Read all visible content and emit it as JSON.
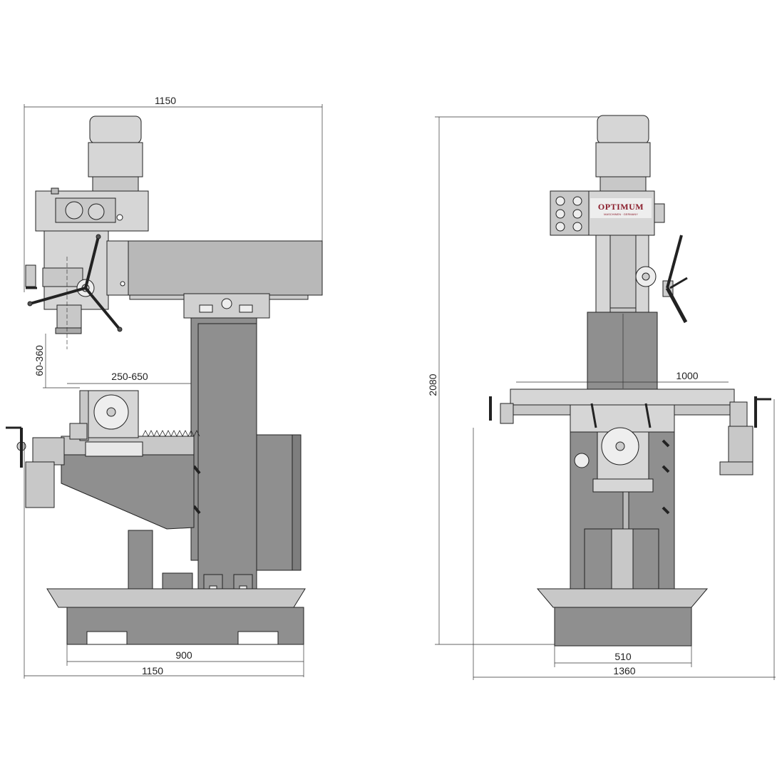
{
  "side_view": {
    "dim_top_width": "1150",
    "dim_vertical_travel": "60-360",
    "dim_horizontal_travel": "250-650",
    "dim_base_inner": "900",
    "dim_base_outer": "1150"
  },
  "front_view": {
    "dim_height": "2080",
    "dim_table_length": "1000",
    "dim_base_width": "510",
    "dim_overall_width": "1360",
    "logo_brand": "OPTIMUM",
    "logo_subtitle": "MASCHINEN · GERMANY"
  },
  "colors": {
    "dark_body": "#8f8f8f",
    "mid_body": "#b8b8b8",
    "light_body": "#d6d6d6",
    "very_light": "#e8e8e8",
    "outline": "#222222",
    "brand_red": "#8a1c2b"
  }
}
